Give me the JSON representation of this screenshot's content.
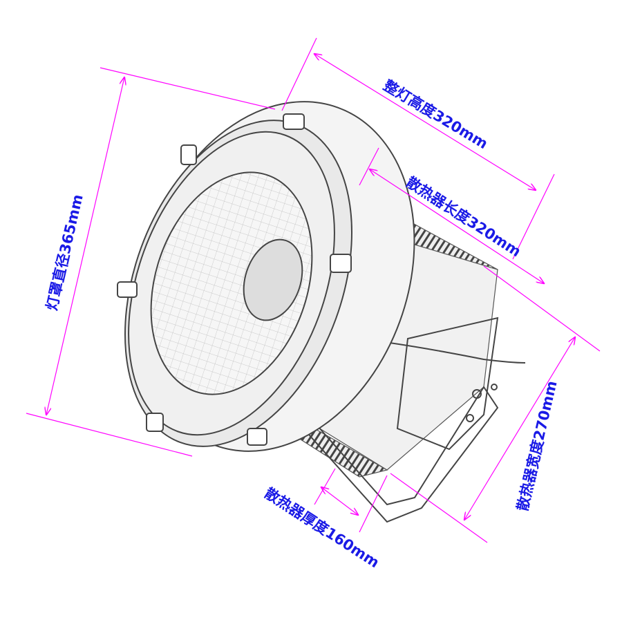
{
  "colors": {
    "dimension_line": "#ff00ff",
    "label_text": "#1a1ae6",
    "sketch": "#555555"
  },
  "dimensions": {
    "overall_height": "整灯高度320mm",
    "heatsink_length": "散热器长度320mm",
    "shade_diameter": "灯罩直径365mm",
    "heatsink_width": "散热器宽度270mm",
    "heatsink_thickness": "散热器厚度160mm"
  }
}
